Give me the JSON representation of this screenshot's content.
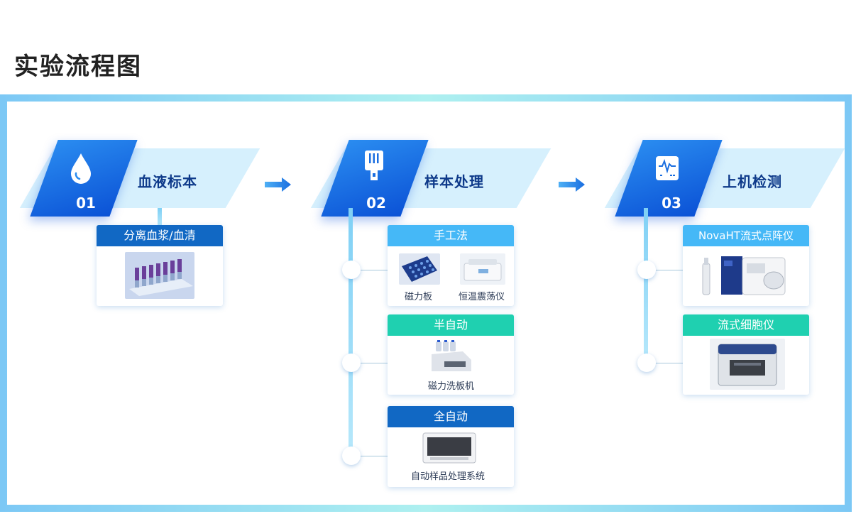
{
  "title": "实验流程图",
  "steps": [
    {
      "num": "01",
      "title": "血液标本",
      "icon": "blood-drop-icon"
    },
    {
      "num": "02",
      "title": "样本处理",
      "icon": "test-strip-icon"
    },
    {
      "num": "03",
      "title": "上机检测",
      "icon": "monitor-icon"
    }
  ],
  "cards": {
    "plasma": {
      "header": "分离血浆/血清",
      "color": "#1168c4"
    },
    "manual": {
      "header": "手工法",
      "color": "#45b8f7",
      "items": [
        "磁力板",
        "恒温震荡仪"
      ]
    },
    "semi": {
      "header": "半自动",
      "color": "#1fd0b0",
      "items": [
        "磁力洗板机"
      ]
    },
    "auto": {
      "header": "全自动",
      "color": "#1168c4",
      "items": [
        "自动样品处理系统"
      ]
    },
    "nova": {
      "header": "NovaHT流式点阵仪",
      "color": "#45b8f7"
    },
    "flow": {
      "header": "流式细胞仪",
      "color": "#1fd0b0"
    }
  }
}
